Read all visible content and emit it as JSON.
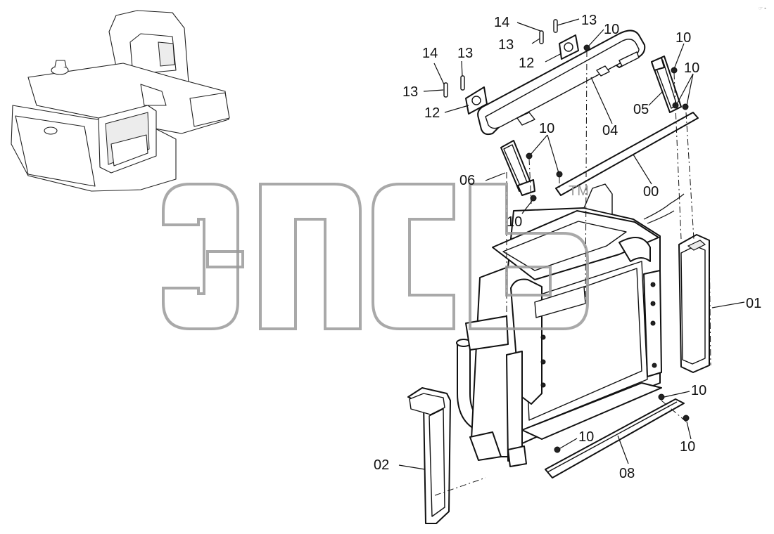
{
  "diagram": {
    "watermark": {
      "trademark": "TM"
    },
    "corner_mark": "☞  ▪",
    "callouts": {
      "c00": "00",
      "c01": "01",
      "c02": "02",
      "c04": "04",
      "c05": "05",
      "c06": "06",
      "c08": "08",
      "c10a": "10",
      "c10b": "10",
      "c10c": "10",
      "c10d": "10",
      "c10e": "10",
      "c10f": "10",
      "c10g": "10",
      "c10h": "10",
      "c12a": "12",
      "c12b": "12",
      "c13a": "13",
      "c13b": "13",
      "c13c": "13",
      "c13d": "13",
      "c14a": "14",
      "c14b": "14"
    }
  }
}
